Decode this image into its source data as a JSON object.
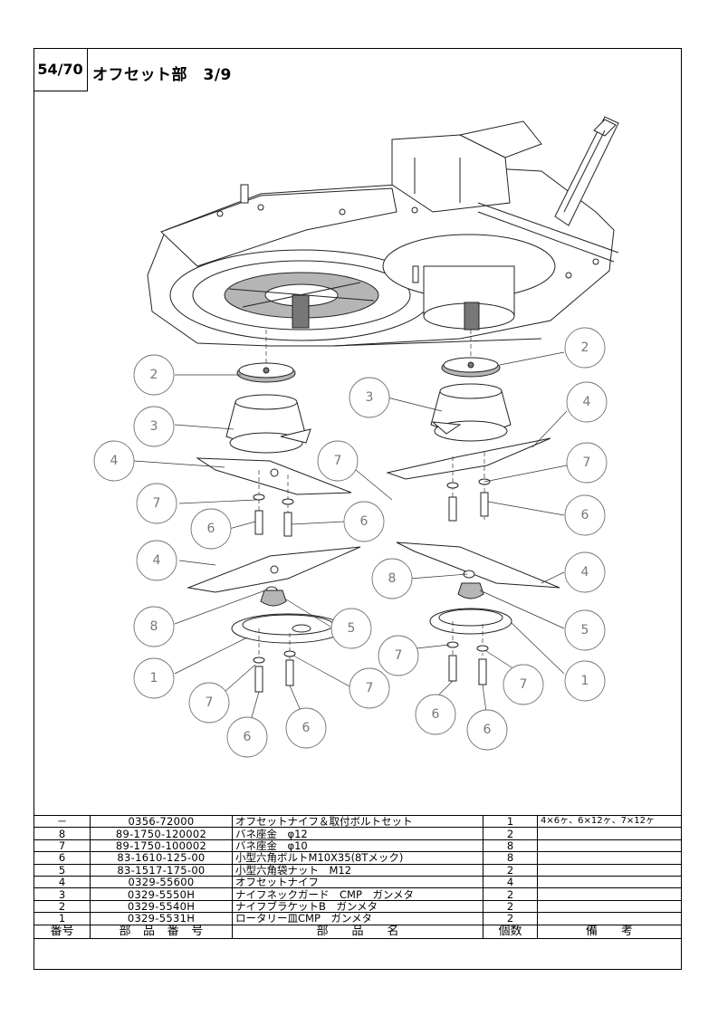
{
  "header": {
    "page_number": "54/70",
    "title": "オフセット部　3/9"
  },
  "callouts": [
    {
      "label": "2"
    },
    {
      "label": "3"
    },
    {
      "label": "4"
    },
    {
      "label": "7"
    },
    {
      "label": "6"
    },
    {
      "label": "6"
    },
    {
      "label": "4"
    },
    {
      "label": "8"
    },
    {
      "label": "5"
    },
    {
      "label": "1"
    },
    {
      "label": "7"
    },
    {
      "label": "7"
    },
    {
      "label": "6"
    },
    {
      "label": "6"
    },
    {
      "label": "2"
    },
    {
      "label": "3"
    },
    {
      "label": "4"
    },
    {
      "label": "7"
    },
    {
      "label": "7"
    },
    {
      "label": "6"
    },
    {
      "label": "4"
    },
    {
      "label": "8"
    },
    {
      "label": "5"
    },
    {
      "label": "7"
    },
    {
      "label": "1"
    },
    {
      "label": "7"
    },
    {
      "label": "6"
    },
    {
      "label": "6"
    }
  ],
  "parts_table": {
    "headers": [
      "番号",
      "部　品　番　号",
      "部　　品　　名",
      "個数",
      "備　　考"
    ],
    "rows": [
      {
        "no": "－",
        "part_number": "0356-72000",
        "name": "オフセットナイフ＆取付ボルトセット",
        "qty": "1",
        "note": "4×6ヶ、6×12ヶ、7×12ヶ"
      },
      {
        "no": "8",
        "part_number": "89-1750-120002",
        "name": "バネ座金　φ12",
        "qty": "2",
        "note": ""
      },
      {
        "no": "7",
        "part_number": "89-1750-100002",
        "name": "バネ座金　φ10",
        "qty": "8",
        "note": ""
      },
      {
        "no": "6",
        "part_number": "83-1610-125-00",
        "name": "小型六角ボルトM10X35(8Tメック)",
        "qty": "8",
        "note": ""
      },
      {
        "no": "5",
        "part_number": "83-1517-175-00",
        "name": "小型六角袋ナット　M12",
        "qty": "2",
        "note": ""
      },
      {
        "no": "4",
        "part_number": "0329-55600",
        "name": "オフセットナイフ",
        "qty": "4",
        "note": ""
      },
      {
        "no": "3",
        "part_number": "0329-5550H",
        "name": "ナイフネックガード　CMP　ガンメタ",
        "qty": "2",
        "note": ""
      },
      {
        "no": "2",
        "part_number": "0329-5540H",
        "name": "ナイフブラケットB　ガンメタ",
        "qty": "2",
        "note": ""
      },
      {
        "no": "1",
        "part_number": "0329-5531H",
        "name": "ロータリー皿CMP　ガンメタ",
        "qty": "2",
        "note": ""
      }
    ]
  }
}
